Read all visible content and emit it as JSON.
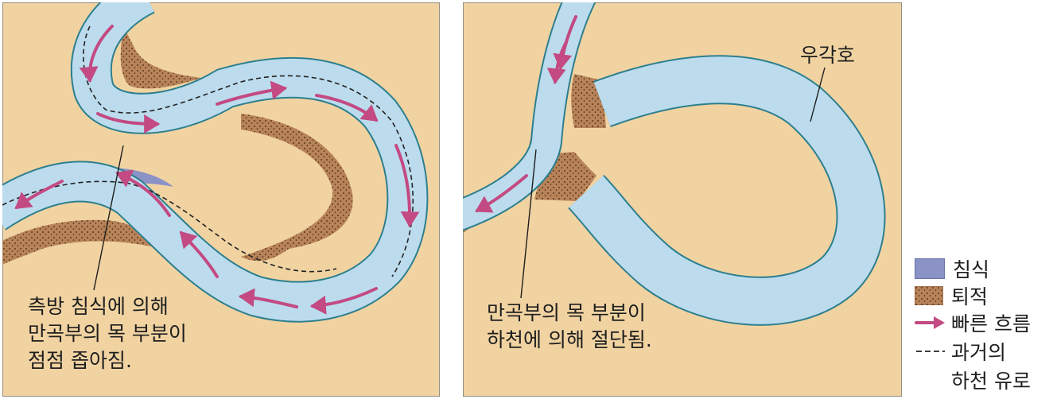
{
  "panel1": {
    "caption_lines": [
      "측방 침식에 의해",
      "만곡부의 목 부분이",
      "점점 좁아짐."
    ]
  },
  "panel2": {
    "oxbow_label": "우각호",
    "caption_lines": [
      "만곡부의 목 부분이",
      "하천에 의해 절단됨."
    ]
  },
  "legend": {
    "erosion": "침식",
    "deposition": "퇴적",
    "fast_flow": "빠른 흐름",
    "old_channel_line1": "과거의",
    "old_channel_line2": "하천 유로"
  },
  "colors": {
    "land": "#f1d3a2",
    "water": "#bcdcee",
    "erosion": "#8a92c6",
    "deposition": "#b88358",
    "flow_arrow": "#c34a82",
    "bank_line": "#2d7f8e"
  }
}
